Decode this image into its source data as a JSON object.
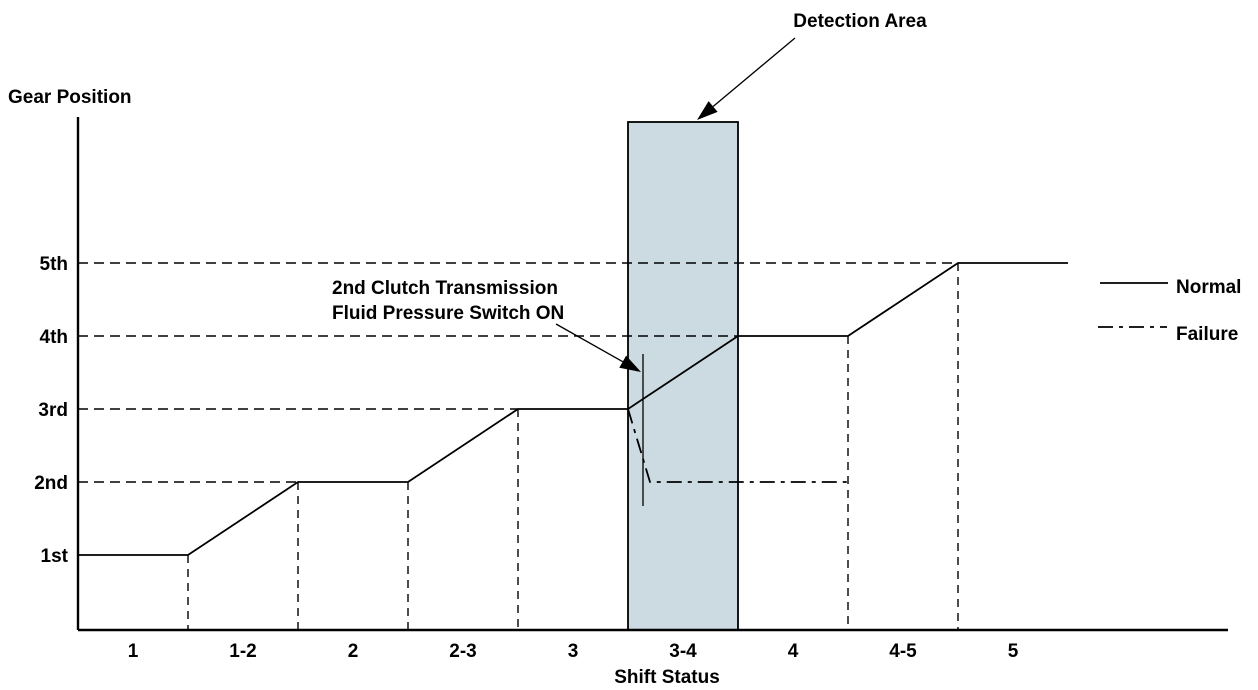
{
  "colors": {
    "background": "#ffffff",
    "line": "#000000",
    "detection_area_fill": "#ccdae2"
  },
  "chart_data": {
    "type": "line",
    "title": "",
    "xlabel": "Shift Status",
    "ylabel": "Gear Position",
    "x_categories": [
      "1",
      "1-2",
      "2",
      "2-3",
      "3",
      "3-4",
      "4",
      "4-5",
      "5"
    ],
    "y_tick_labels": [
      "1st",
      "2nd",
      "3rd",
      "4th",
      "5th"
    ],
    "axis_ranges": {
      "x_region_count": 9,
      "y_gear_min": 1,
      "y_gear_max": 5
    },
    "grid": "dashed horizontal gridline at each gear level, dashed vertical line at each shift-region boundary",
    "legend": {
      "position": "right",
      "entries": [
        "Normal",
        "Failure"
      ],
      "styles": [
        "solid",
        "dash-dot"
      ]
    },
    "series": [
      {
        "name": "Normal",
        "style": "solid",
        "points": [
          [
            0,
            1
          ],
          [
            1,
            1
          ],
          [
            2,
            2
          ],
          [
            3,
            2
          ],
          [
            4,
            3
          ],
          [
            5,
            3
          ],
          [
            6,
            4
          ],
          [
            7,
            4
          ],
          [
            8,
            5
          ],
          [
            9,
            5
          ]
        ]
      },
      {
        "name": "Failure",
        "style": "dash-dot",
        "points": [
          [
            5,
            3
          ],
          [
            5.2,
            2
          ],
          [
            7,
            2
          ]
        ]
      }
    ],
    "detection_area": {
      "label": "Detection Area",
      "x_range_region_units": [
        5,
        6
      ],
      "over_x_category": "3-4",
      "fill": "#ccdae2"
    },
    "annotations": {
      "switch_note": [
        "2nd Clutch Transmission",
        "Fluid Pressure Switch ON"
      ],
      "switch_note_points_to": "moment during 3-4 shift when failure line diverges from normal line"
    }
  }
}
